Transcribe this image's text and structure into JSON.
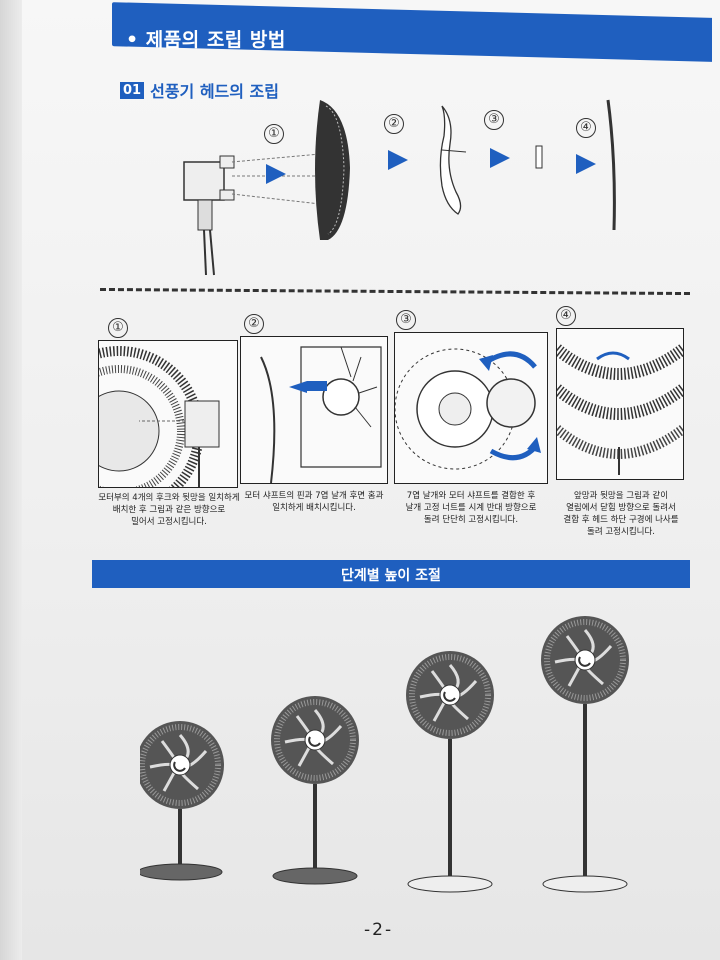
{
  "header": {
    "title": "• 제품의 조립 방법"
  },
  "section1": {
    "number": "01",
    "title": "선풍기 헤드의 조립"
  },
  "top_steps": [
    "①",
    "②",
    "③",
    "④"
  ],
  "detail_steps": [
    {
      "num": "①",
      "caption_lines": [
        "모터부의 4개의 후크와 뒷망을 일치하게",
        "배치한 후 그림과 같은 방향으로",
        "밀어서 고정시킵니다."
      ]
    },
    {
      "num": "②",
      "caption_lines": [
        "모터 샤프트의 핀과 7엽 날개 후면 홈과",
        "일치하게 배치시킵니다."
      ]
    },
    {
      "num": "③",
      "caption_lines": [
        "7엽 날개와 모터 샤프트를 결합한 후",
        "날개 고정 너트를 시계 반대 방향으로",
        "돌려 단단히 고정시킵니다."
      ]
    },
    {
      "num": "④",
      "caption_lines": [
        "앞망과 뒷망을 그림과 같이",
        "열림에서 닫힘 방향으로 돌려서",
        "결합 후 헤드 하단 구경에 나사를",
        "돌려 고정시킵니다."
      ]
    }
  ],
  "section2": {
    "title": "단계별 높이 조절"
  },
  "page_number": "-2-",
  "colors": {
    "accent": "#1f5fbf",
    "ink": "#222222"
  }
}
